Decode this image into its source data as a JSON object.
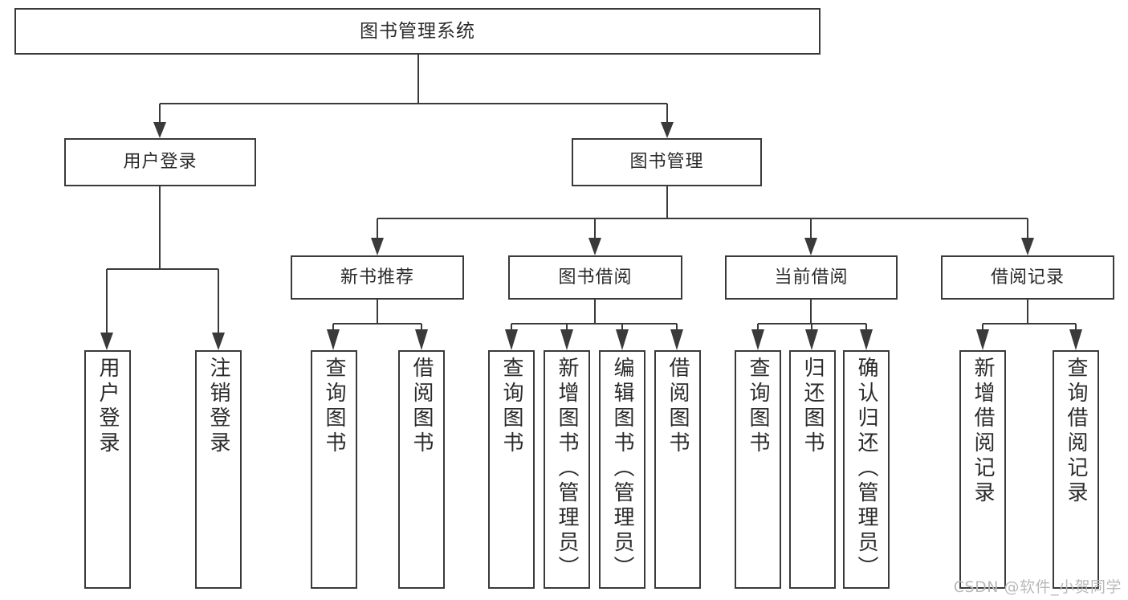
{
  "diagram": {
    "title": "图书管理系统",
    "type": "hierarchy-tree",
    "watermark": "CSDN @软件_小贺同学",
    "stroke_color": "#3a3a3a",
    "text_color": "#2b2b2b",
    "background_color": "#ffffff",
    "watermark_color": "#b9b9b9"
  },
  "nodes": {
    "root": {
      "label": "图书管理系统",
      "level": 1
    },
    "level2": [
      {
        "id": "user-login",
        "label": "用户登录"
      },
      {
        "id": "book-manage",
        "label": "图书管理"
      }
    ],
    "level3": [
      {
        "id": "new-book-recommend",
        "label": "新书推荐"
      },
      {
        "id": "book-borrow",
        "label": "图书借阅"
      },
      {
        "id": "current-borrow",
        "label": "当前借阅"
      },
      {
        "id": "borrow-record",
        "label": "借阅记录"
      }
    ],
    "leaves": {
      "user-login": [
        {
          "id": "leaf-user-login",
          "label": "用户登录"
        },
        {
          "id": "leaf-logout-login",
          "label": "注销登录"
        }
      ],
      "new-book-recommend": [
        {
          "id": "leaf-query-book-1",
          "label": "查询图书"
        },
        {
          "id": "leaf-borrow-book-1",
          "label": "借阅图书"
        }
      ],
      "book-borrow": [
        {
          "id": "leaf-query-book-2",
          "label": "查询图书"
        },
        {
          "id": "leaf-add-book",
          "label": "新增图书（管理员）"
        },
        {
          "id": "leaf-edit-book",
          "label": "编辑图书（管理员）"
        },
        {
          "id": "leaf-borrow-book-2",
          "label": "借阅图书"
        }
      ],
      "current-borrow": [
        {
          "id": "leaf-query-book-3",
          "label": "查询图书"
        },
        {
          "id": "leaf-return-book",
          "label": "归还图书"
        },
        {
          "id": "leaf-confirm-return",
          "label": "确认归还（管理员）"
        }
      ],
      "borrow-record": [
        {
          "id": "leaf-add-record",
          "label": "新增借阅记录"
        },
        {
          "id": "leaf-query-record",
          "label": "查询借阅记录"
        }
      ]
    }
  }
}
